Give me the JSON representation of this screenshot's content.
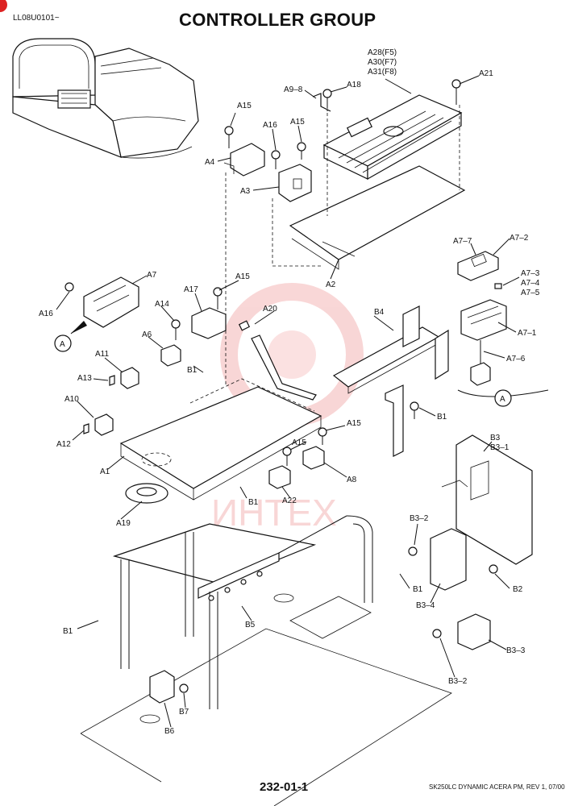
{
  "header": {
    "doc_code": "LL08U0101~",
    "title": "CONTROLLER GROUP"
  },
  "footer": {
    "page_number": "232-01-1",
    "note": "SK250LC DYNAMIC ACERA PM, REV 1, 07/00"
  },
  "watermark": {
    "text": "ИНТЕХ",
    "color": "#f4b6b6"
  },
  "callouts": {
    "A28": "A28(F5)",
    "A30": "A30(F7)",
    "A31": "A31(F8)",
    "A21": "A21",
    "A18": "A18",
    "A9_8": "A9–8",
    "A15_top_left": "A15",
    "A16_mid": "A16",
    "A15_mid": "A15",
    "A4": "A4",
    "A3": "A3",
    "A2": "A2",
    "A7_2": "A7–2",
    "A7_7": "A7–7",
    "A7_3": "A7–3",
    "A7_4": "A7–4",
    "A7_5": "A7–5",
    "A7_1": "A7–1",
    "A7_6": "A7–6",
    "A_circle_right": "A",
    "A7": "A7",
    "A16_left": "A16",
    "A_circle_left": "A",
    "A15_center": "A15",
    "A17": "A17",
    "A14": "A14",
    "A20": "A20",
    "B4": "B4",
    "A6": "A6",
    "A11": "A11",
    "A13": "A13",
    "B1_center": "B1",
    "A10": "A10",
    "A12": "A12",
    "B1_right": "B1",
    "A15_lower": "A15",
    "A15_lower2": "A15",
    "A8": "A8",
    "A1": "A1",
    "B1_lower": "B1",
    "A22": "A22",
    "A19": "A19",
    "B3": "B3",
    "B3_1": "B3–1",
    "B3_2_top": "B3–2",
    "B1_far": "B1",
    "B3_4": "B3–4",
    "B2": "B2",
    "B5": "B5",
    "B1_left": "B1",
    "B3_3": "B3–3",
    "B3_2_bottom": "B3–2",
    "B7": "B7",
    "B6": "B6"
  }
}
